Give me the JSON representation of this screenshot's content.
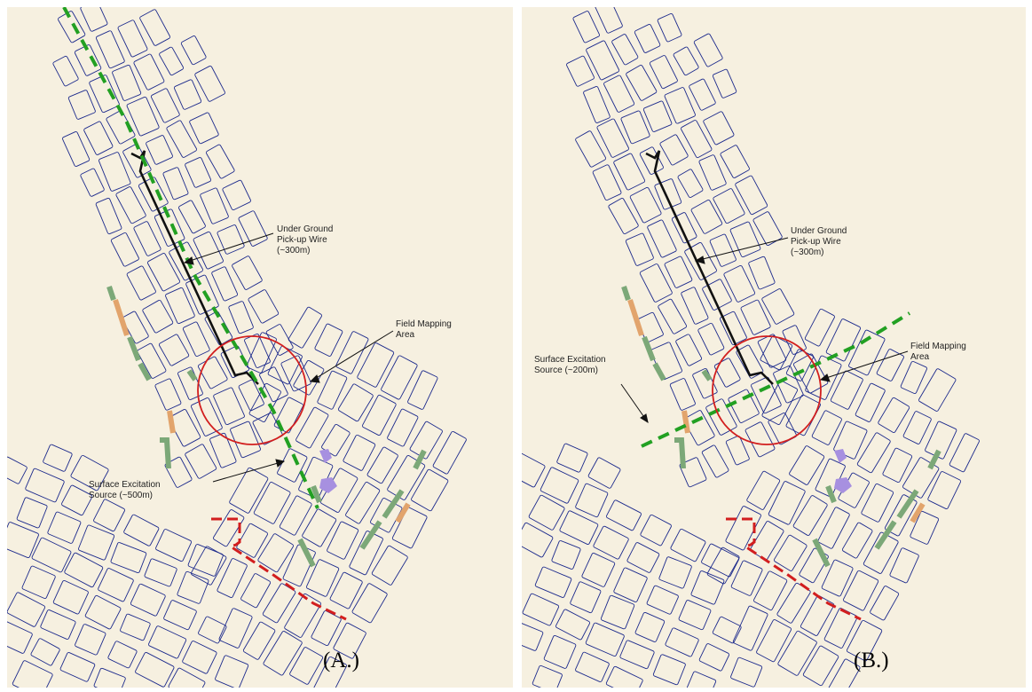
{
  "panels": {
    "a": {
      "label": "(A.)",
      "wire_label": [
        "Under Ground",
        "Pick-up Wire",
        "(~300m)"
      ],
      "field_label": [
        "Field Mapping",
        "Area"
      ],
      "source_label": [
        "Surface Excitation",
        "Source (~500m)"
      ]
    },
    "b": {
      "label": "(B.)",
      "wire_label": [
        "Under Ground",
        "Pick-up Wire",
        "(~300m)"
      ],
      "field_label": [
        "Field Mapping",
        "Area"
      ],
      "source_label": [
        "Surface Excitation",
        "Source (~200m)"
      ]
    }
  },
  "colors": {
    "background": "#f6f0e0",
    "tunnel_line": "#1c2a8c",
    "pickup_wire": "#111111",
    "excitation_source": "#22a022",
    "mapping_circle": "#d21e1e",
    "boundary_dash": "#d21e1e",
    "green_zone": "#7ca878",
    "orange_zone": "#e2a46c",
    "purple_zone": "#a790e0"
  }
}
